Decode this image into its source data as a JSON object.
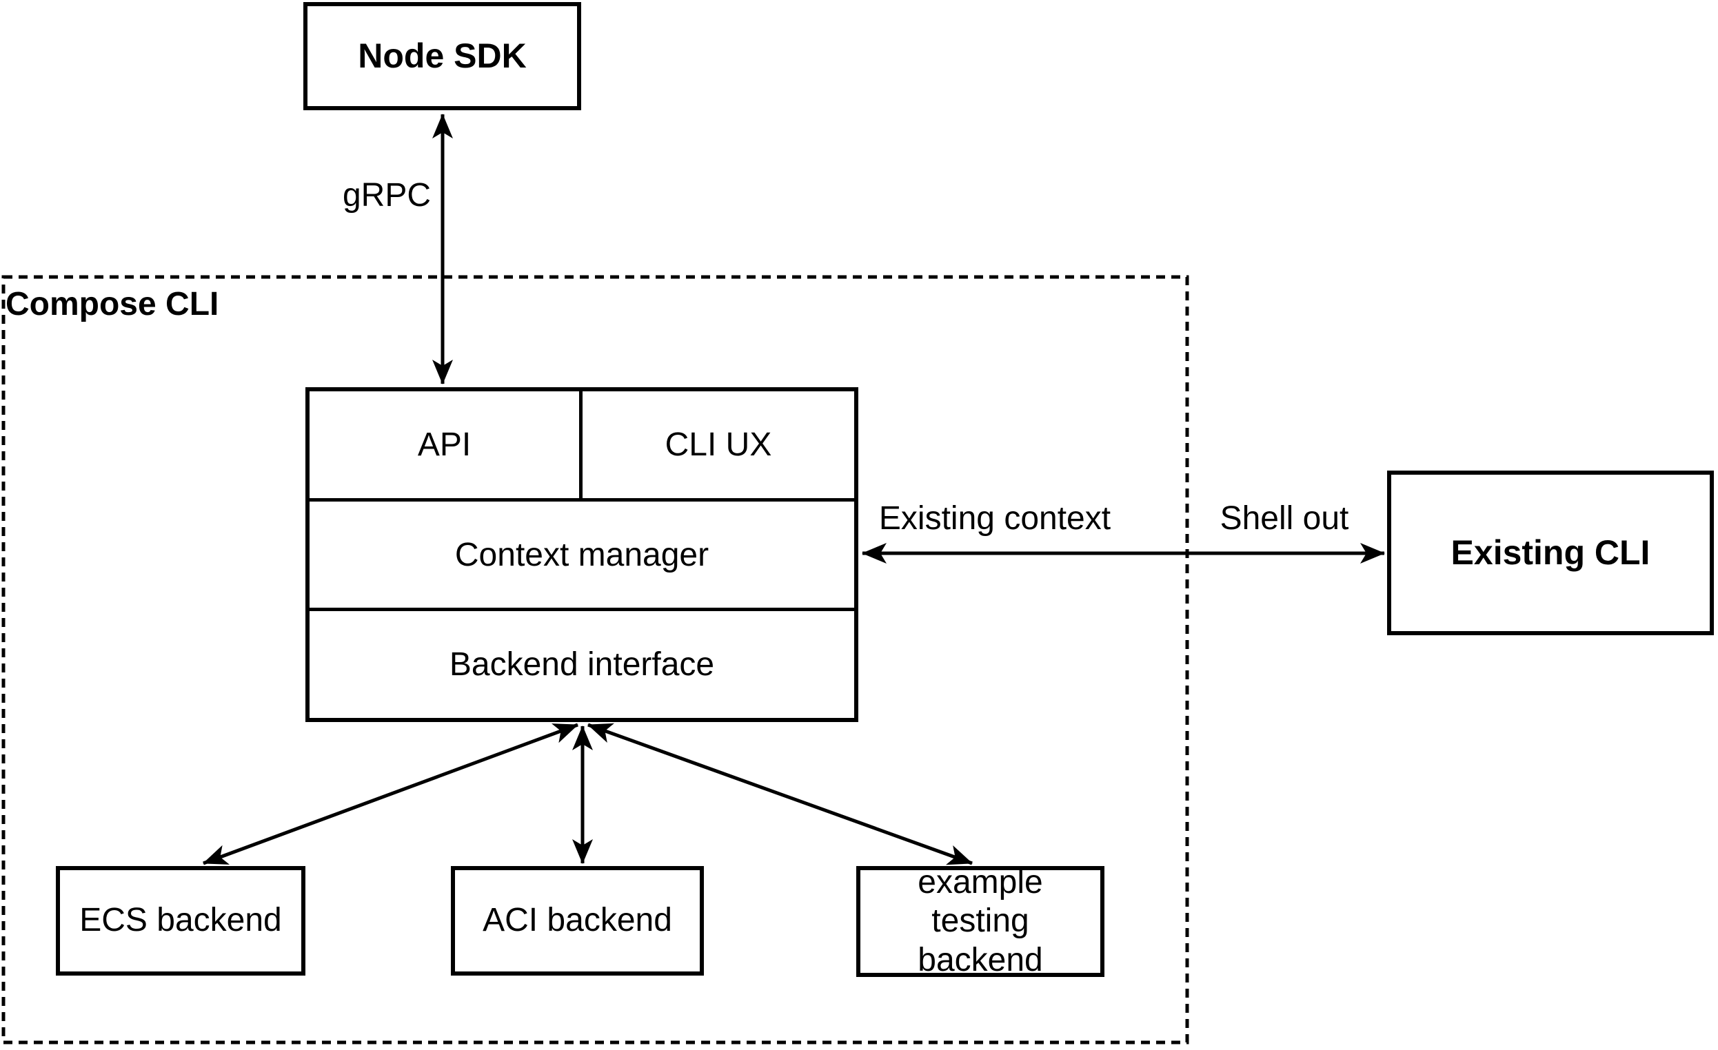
{
  "diagram": {
    "container": {
      "label": "Compose CLI"
    },
    "nodes": {
      "node_sdk": {
        "label": "Node SDK"
      },
      "api": {
        "label": "API"
      },
      "cli_ux": {
        "label": "CLI UX"
      },
      "context_manager": {
        "label": "Context manager"
      },
      "backend_interface": {
        "label": "Backend interface"
      },
      "ecs_backend": {
        "label": "ECS backend"
      },
      "aci_backend": {
        "label": "ACI backend"
      },
      "example_testing_backend": {
        "label": "example testing backend"
      },
      "existing_cli": {
        "label": "Existing CLI"
      }
    },
    "edges": {
      "grpc": {
        "label": "gRPC"
      },
      "existing_context": {
        "label": "Existing context"
      },
      "shell_out": {
        "label": "Shell out"
      }
    },
    "colors": {
      "stroke": "#000000",
      "background": "#ffffff"
    }
  }
}
